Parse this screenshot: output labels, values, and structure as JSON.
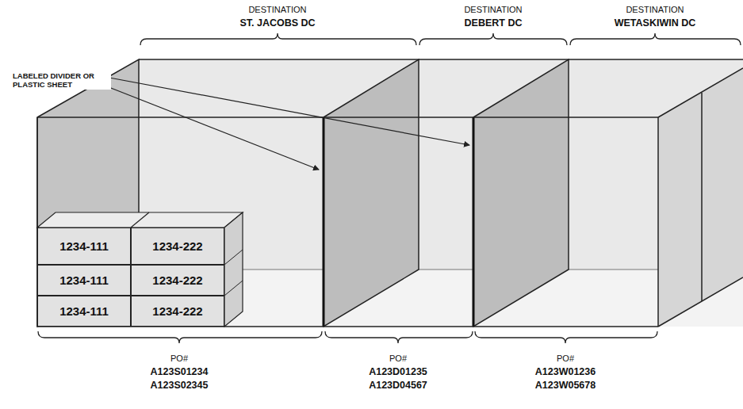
{
  "diagram": {
    "nodes": [
      {
        "text": [
          "1234-111"
        ]
      },
      {
        "text": [
          "1234-222"
        ]
      },
      {
        "text": [
          "1234-111"
        ]
      },
      {
        "text": [
          "1234-222"
        ]
      },
      {
        "text": [
          "1234-111"
        ]
      },
      {
        "text": [
          "1234-222"
        ]
      }
    ],
    "labels": [
      "LABELED DIVIDER OR PLASTIC SHEET",
      "DESTINATION",
      "ST. JACOBS DC",
      "DESTINATION",
      "DEBERT DC",
      "DESTINATION",
      "WETASKIWIN DC",
      "PO#",
      "A123S01234",
      "A123S02345",
      "PO#",
      "A123D01235",
      "A123D04567",
      "PO#",
      "A123W01236",
      "A123W05678"
    ]
  }
}
